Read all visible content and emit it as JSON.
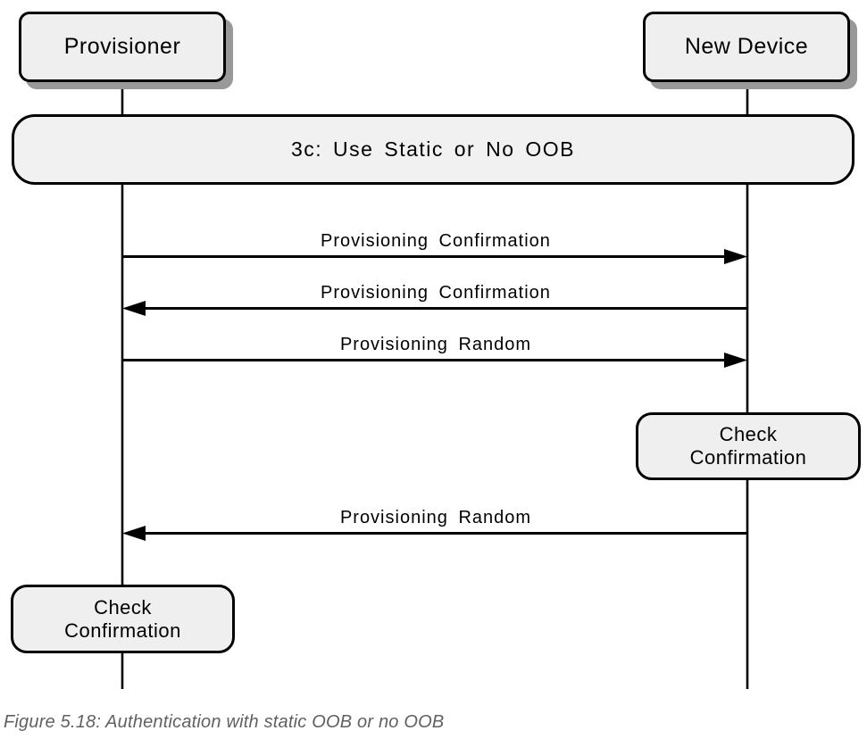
{
  "figure": {
    "caption": "Figure 5.18: Authentication with static OOB or no OOB"
  },
  "diagram": {
    "actors": [
      {
        "id": "provisioner",
        "label": "Provisioner"
      },
      {
        "id": "new_device",
        "label": "New Device"
      }
    ],
    "step_banner": {
      "label": "3c: Use Static or No OOB"
    },
    "messages": [
      {
        "label": "Provisioning Confirmation",
        "direction": "right"
      },
      {
        "label": "Provisioning Confirmation",
        "direction": "left"
      },
      {
        "label": "Provisioning Random",
        "direction": "right"
      },
      {
        "label": "Provisioning Random",
        "direction": "left"
      }
    ],
    "self_actions": [
      {
        "actor": "new_device",
        "lines": [
          "Check",
          "Confirmation"
        ]
      },
      {
        "actor": "provisioner",
        "lines": [
          "Check",
          "Confirmation"
        ]
      }
    ]
  },
  "colors": {
    "background": "#ffffff",
    "box_fill": "#efefef",
    "box_border": "#000000",
    "box_shadow": "#999999",
    "line": "#000000",
    "caption_text": "#616161"
  }
}
